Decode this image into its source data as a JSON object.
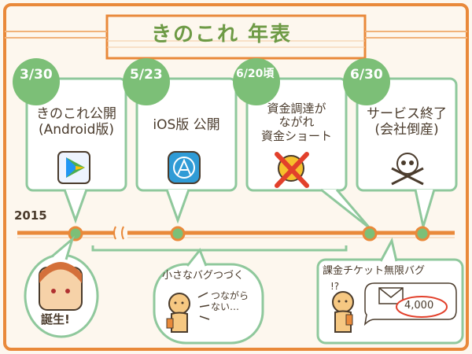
{
  "title": "きのこれ 年表",
  "year": "2015",
  "colors": {
    "frame": "#e9893a",
    "card_border": "#8fc89c",
    "badge": "#7cbf77",
    "accent_red": "#e2402b"
  },
  "events": [
    {
      "date": "3/30",
      "text": "きのこれ公開\n(Android版)",
      "icon": "google-play-icon"
    },
    {
      "date": "5/23",
      "text": "iOS版 公開",
      "icon": "app-store-icon"
    },
    {
      "date": "6/20頃",
      "text": "資金調達が\nながれ\n資金ショート",
      "icon": "crossed-coin-icon"
    },
    {
      "date": "6/30",
      "text": "サービス終了\n(会社倒産)",
      "icon": "skull-crossbones-icon"
    }
  ],
  "notes": {
    "birth": "誕生!",
    "bugs_title": "小さなバグつづく",
    "bugs_speech": "つながら\nない…",
    "billing_title": "課金チケット無限バグ",
    "mail_count": "4,000"
  }
}
